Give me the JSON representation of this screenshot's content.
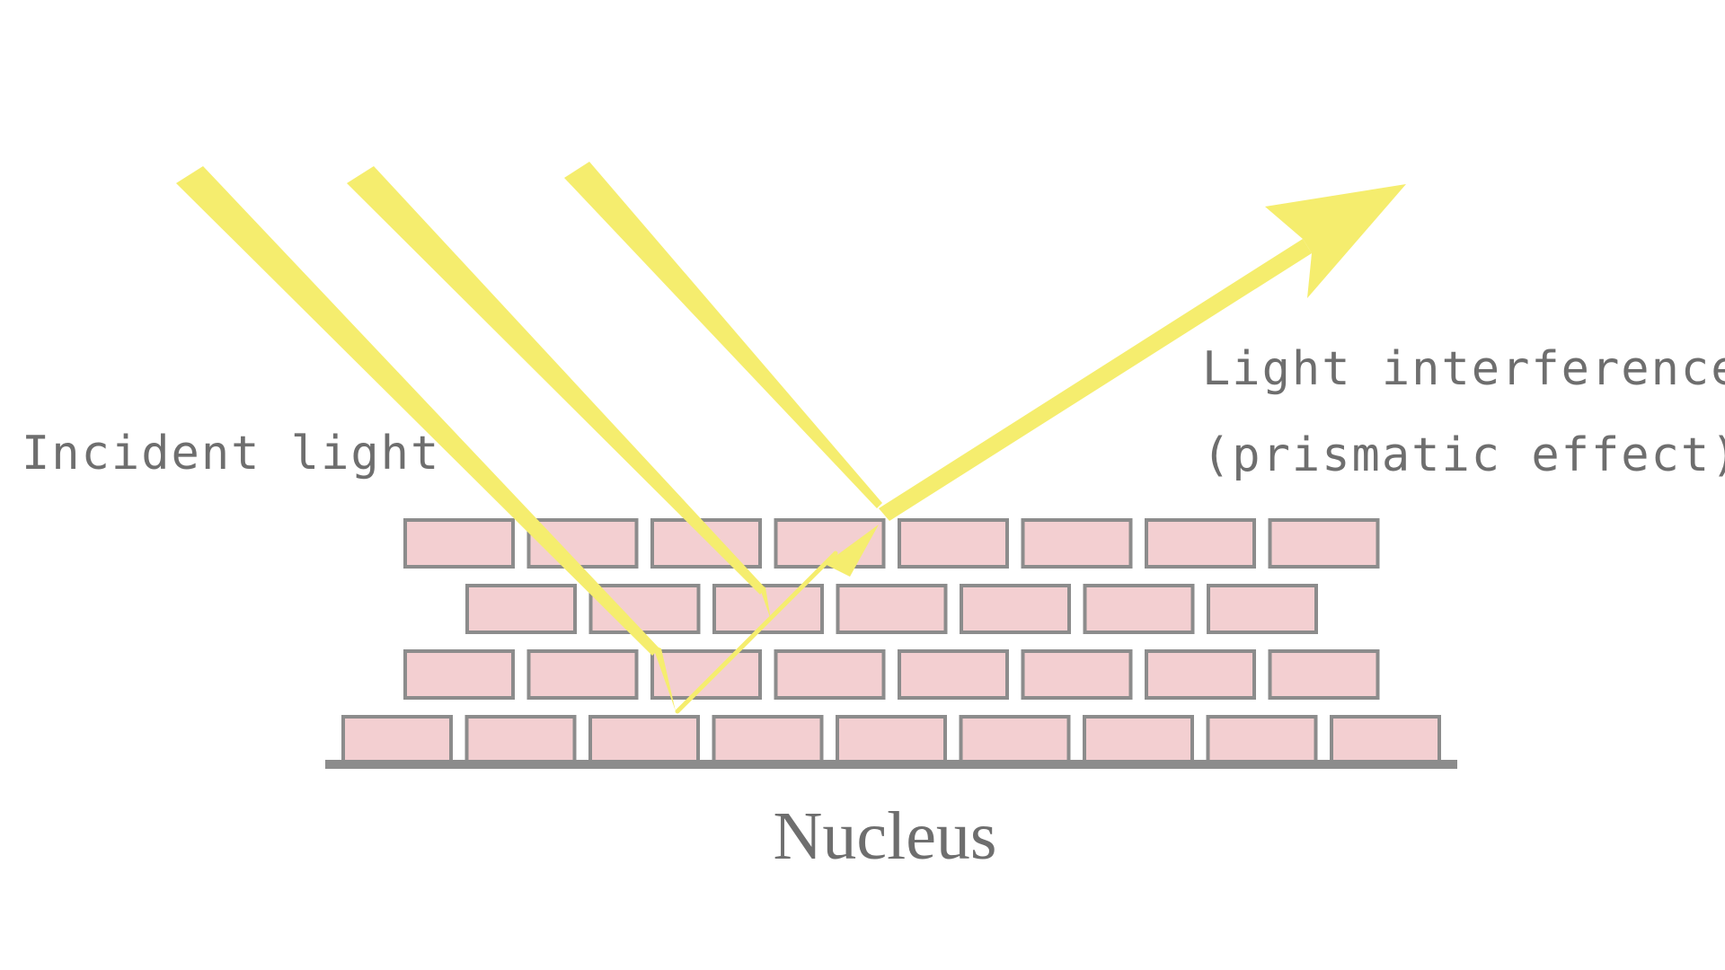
{
  "labels": {
    "incident": "Incident light",
    "interference_line1": "Light interference",
    "interference_line2": "(prismatic effect)",
    "nucleus": "Nucleus"
  },
  "colors": {
    "light": "#f5ed6e",
    "brick_fill": "#f3cfd1",
    "brick_stroke": "#8c8c8c",
    "base_line": "#8c8c8c",
    "text": "#6e6e6e"
  },
  "structure": {
    "layers": 4,
    "bricks_per_layer": [
      8,
      7,
      8,
      9
    ],
    "incident_beams": 3,
    "reflected_beams": 1
  }
}
